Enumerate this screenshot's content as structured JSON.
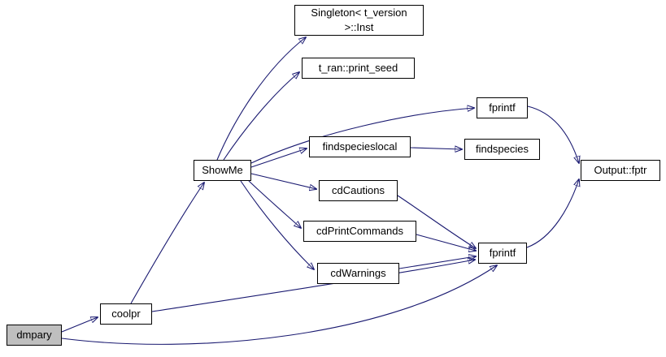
{
  "diagram": {
    "type": "call-graph",
    "edge_color": "#191970",
    "highlight_fill": "#bfbfbf",
    "node_border_color": "#000000",
    "nodes": {
      "dmpary": {
        "label": "dmpary",
        "highlighted": true
      },
      "coolpr": {
        "label": "coolpr"
      },
      "showme": {
        "label": "ShowMe"
      },
      "singleton_inst": {
        "label": "Singleton< t_version >::Inst"
      },
      "print_seed": {
        "label": "t_ran::print_seed"
      },
      "fprintf_top": {
        "label": "fprintf"
      },
      "findspecieslocal": {
        "label": "findspecieslocal"
      },
      "findspecies": {
        "label": "findspecies"
      },
      "cdcautions": {
        "label": "cdCautions"
      },
      "cdprintcommands": {
        "label": "cdPrintCommands"
      },
      "fprintf_bottom": {
        "label": "fprintf"
      },
      "cdwarnings": {
        "label": "cdWarnings"
      },
      "output_fptr": {
        "label": "Output::fptr"
      }
    },
    "edges": [
      {
        "from": "dmpary",
        "to": "coolpr"
      },
      {
        "from": "dmpary",
        "to": "fprintf_bottom"
      },
      {
        "from": "coolpr",
        "to": "showme"
      },
      {
        "from": "coolpr",
        "to": "fprintf_bottom"
      },
      {
        "from": "showme",
        "to": "singleton_inst"
      },
      {
        "from": "showme",
        "to": "print_seed"
      },
      {
        "from": "showme",
        "to": "fprintf_top"
      },
      {
        "from": "showme",
        "to": "findspecieslocal"
      },
      {
        "from": "showme",
        "to": "cdcautions"
      },
      {
        "from": "showme",
        "to": "cdprintcommands"
      },
      {
        "from": "showme",
        "to": "cdwarnings"
      },
      {
        "from": "findspecieslocal",
        "to": "findspecies"
      },
      {
        "from": "cdcautions",
        "to": "fprintf_bottom"
      },
      {
        "from": "cdprintcommands",
        "to": "fprintf_bottom"
      },
      {
        "from": "cdwarnings",
        "to": "fprintf_bottom"
      },
      {
        "from": "fprintf_top",
        "to": "output_fptr"
      },
      {
        "from": "fprintf_bottom",
        "to": "output_fptr"
      }
    ]
  }
}
